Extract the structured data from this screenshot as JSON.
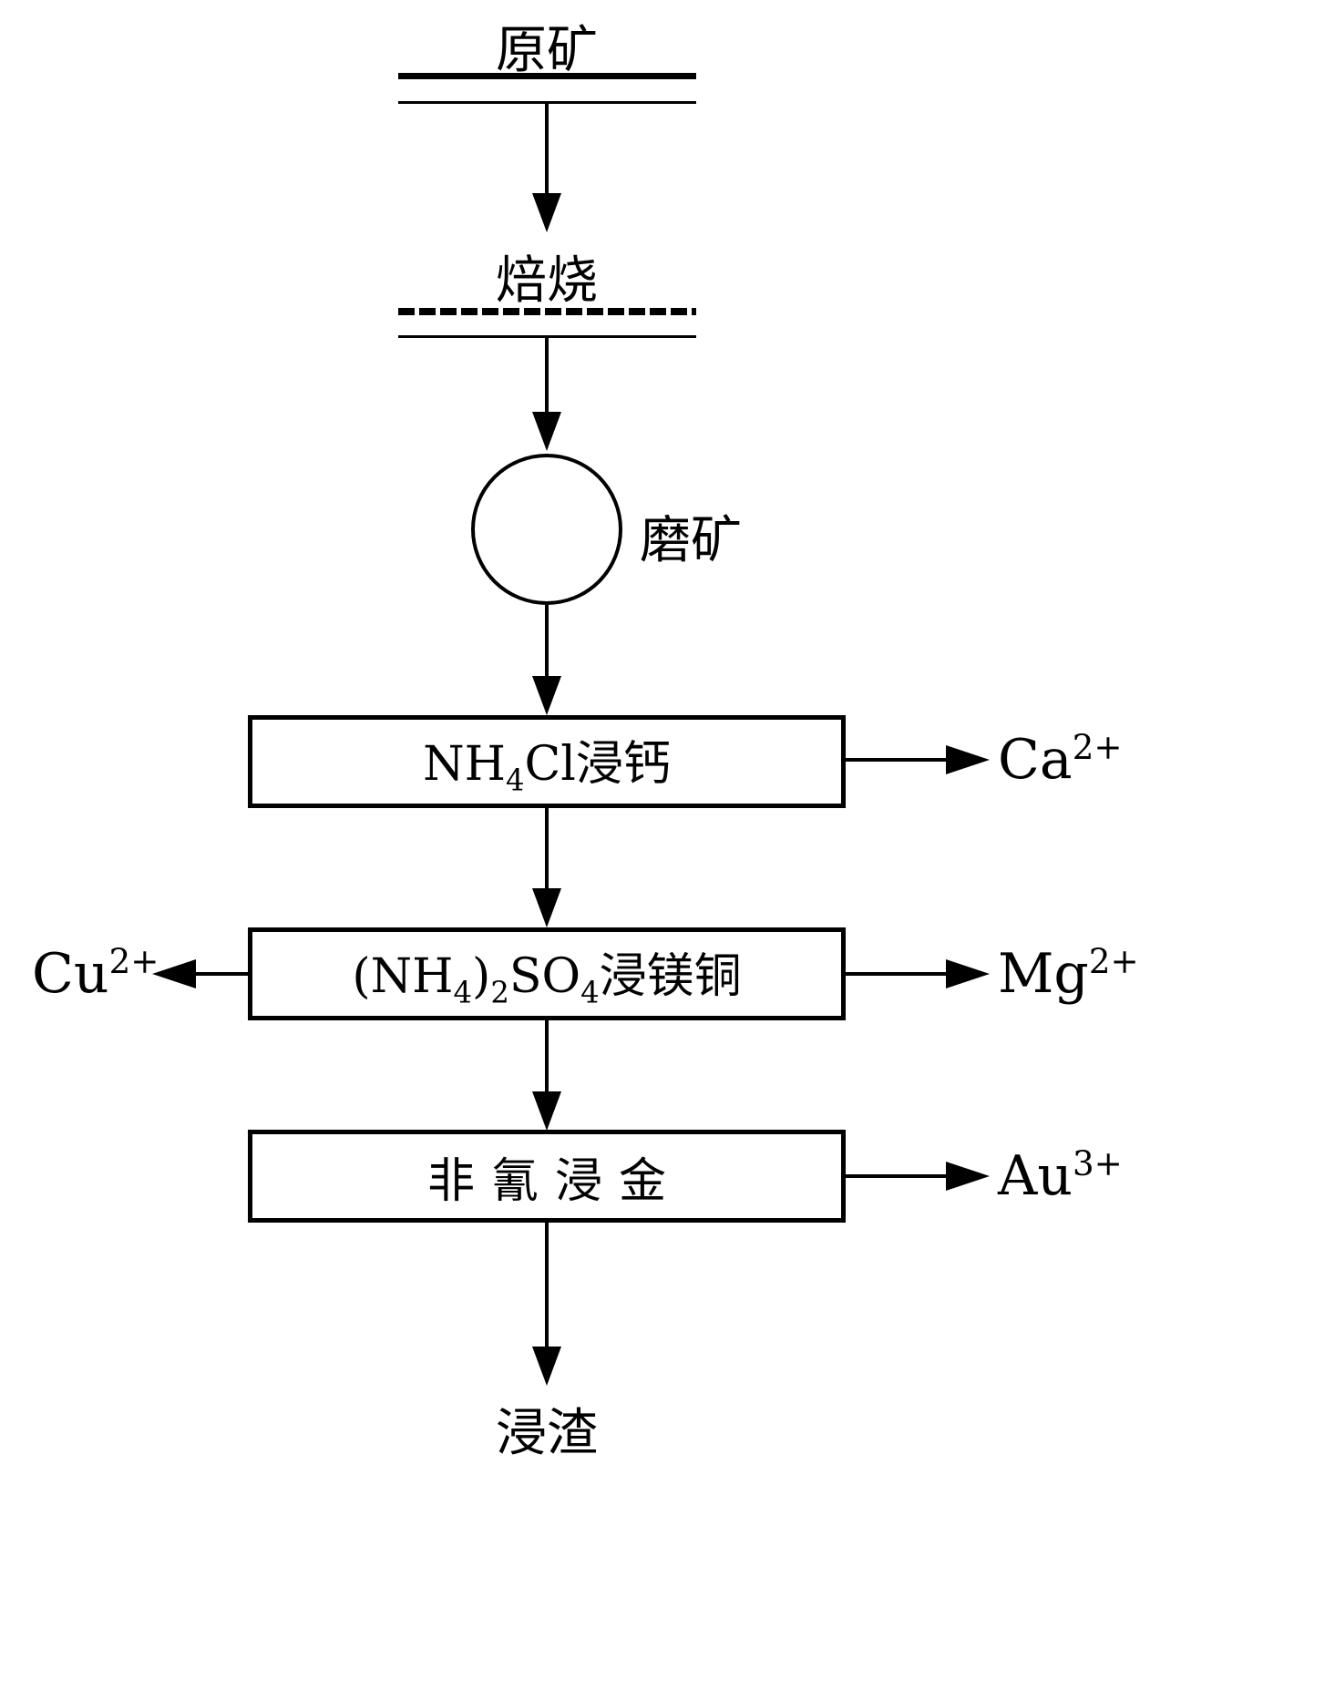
{
  "labels": {
    "raw_ore": "原矿",
    "roasting": "焙烧",
    "grinding": "磨矿",
    "leach_gold": "非氰浸金",
    "residue": "浸渣"
  },
  "rich": {
    "leach_calcium": [
      {
        "t": "NH"
      },
      {
        "t": "4",
        "sub": true
      },
      {
        "t": "Cl浸钙"
      }
    ],
    "leach_mg_cu": [
      {
        "t": "(NH"
      },
      {
        "t": "4",
        "sub": true
      },
      {
        "t": ")"
      },
      {
        "t": "2",
        "sub": true
      },
      {
        "t": "SO"
      },
      {
        "t": "4",
        "sub": true
      },
      {
        "t": "浸镁铜"
      }
    ],
    "ion_ca": [
      {
        "t": "Ca"
      },
      {
        "t": "2+",
        "sup": true
      }
    ],
    "ion_cu": [
      {
        "t": "Cu"
      },
      {
        "t": "2+",
        "sup": true
      }
    ],
    "ion_mg": [
      {
        "t": "Mg"
      },
      {
        "t": "2+",
        "sup": true
      }
    ],
    "ion_au": [
      {
        "t": "Au"
      },
      {
        "t": "3+",
        "sup": true
      }
    ]
  },
  "edges": [
    [
      "raw_ore",
      "roasting"
    ],
    [
      "roasting",
      "grinding"
    ],
    [
      "grinding",
      "leach_calcium"
    ],
    [
      "leach_calcium",
      "ion_ca"
    ],
    [
      "leach_calcium",
      "leach_mg_cu"
    ],
    [
      "leach_mg_cu",
      "ion_cu"
    ],
    [
      "leach_mg_cu",
      "ion_mg"
    ],
    [
      "leach_mg_cu",
      "leach_gold"
    ],
    [
      "leach_gold",
      "ion_au"
    ],
    [
      "leach_gold",
      "residue"
    ]
  ],
  "colors": {
    "ink": "#000000",
    "background": "#ffffff"
  }
}
